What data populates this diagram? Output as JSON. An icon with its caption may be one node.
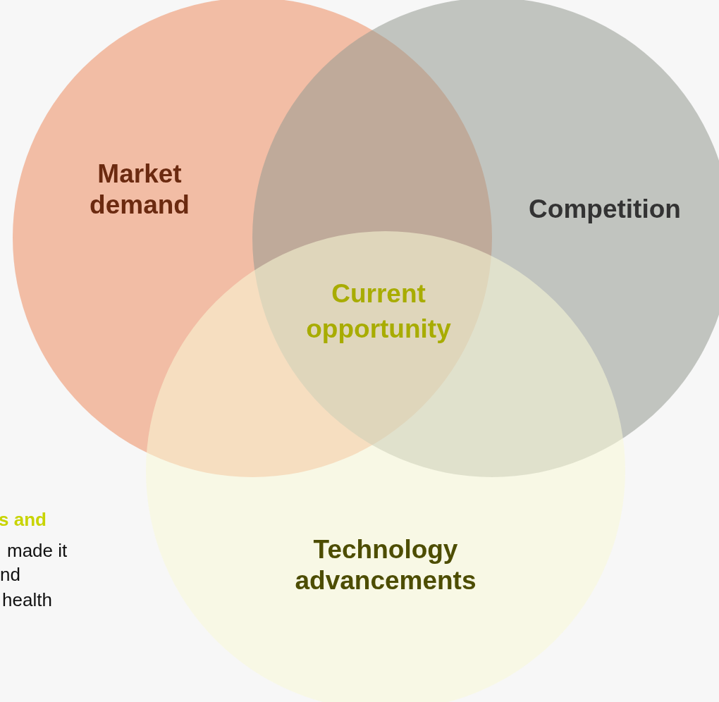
{
  "diagram": {
    "nodes": [
      {
        "text": [
          "Market demand"
        ]
      },
      {
        "text": [
          "Competition"
        ]
      },
      {
        "text": [
          "Technology advancements"
        ]
      }
    ],
    "labels": [
      "Current opportunity",
      "s and",
      "made it",
      "nd",
      "health"
    ]
  }
}
